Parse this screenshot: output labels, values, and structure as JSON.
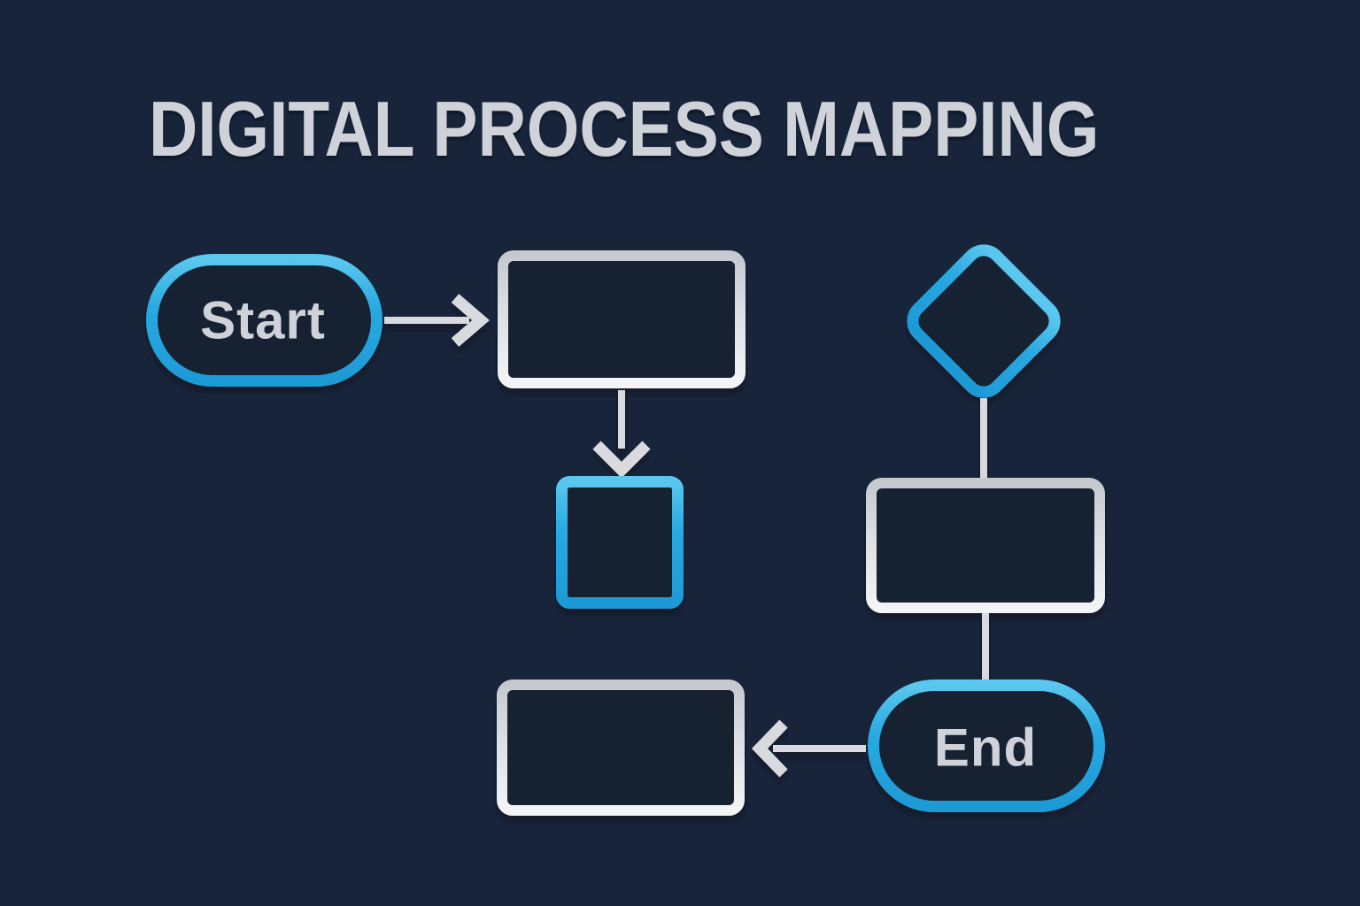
{
  "page": {
    "title": "DIGITAL PROCESS MAPPING",
    "background_color": "#17243A",
    "accent_blue": "#29A9E1",
    "stroke_gray": "#D8DADF",
    "text_color": "#CFD3D9"
  },
  "flowchart": {
    "nodes": [
      {
        "id": "start",
        "shape": "pill-terminator",
        "label": "Start",
        "border": "blue"
      },
      {
        "id": "process-1",
        "shape": "rectangle",
        "label": "",
        "border": "gray"
      },
      {
        "id": "subprocess",
        "shape": "square",
        "label": "",
        "border": "blue"
      },
      {
        "id": "decision",
        "shape": "diamond",
        "label": "",
        "border": "blue"
      },
      {
        "id": "process-2",
        "shape": "rectangle",
        "label": "",
        "border": "gray"
      },
      {
        "id": "end",
        "shape": "pill-terminator",
        "label": "End",
        "border": "blue"
      },
      {
        "id": "output",
        "shape": "rectangle",
        "label": "",
        "border": "gray"
      }
    ],
    "connectors": [
      {
        "from": "start",
        "to": "process-1",
        "type": "arrow",
        "direction": "right"
      },
      {
        "from": "process-1",
        "to": "subprocess",
        "type": "arrow",
        "direction": "down"
      },
      {
        "from": "decision",
        "to": "process-2",
        "type": "line",
        "direction": "down"
      },
      {
        "from": "process-2",
        "to": "end",
        "type": "line",
        "direction": "down"
      },
      {
        "from": "end",
        "to": "output",
        "type": "arrow",
        "direction": "left"
      }
    ]
  }
}
